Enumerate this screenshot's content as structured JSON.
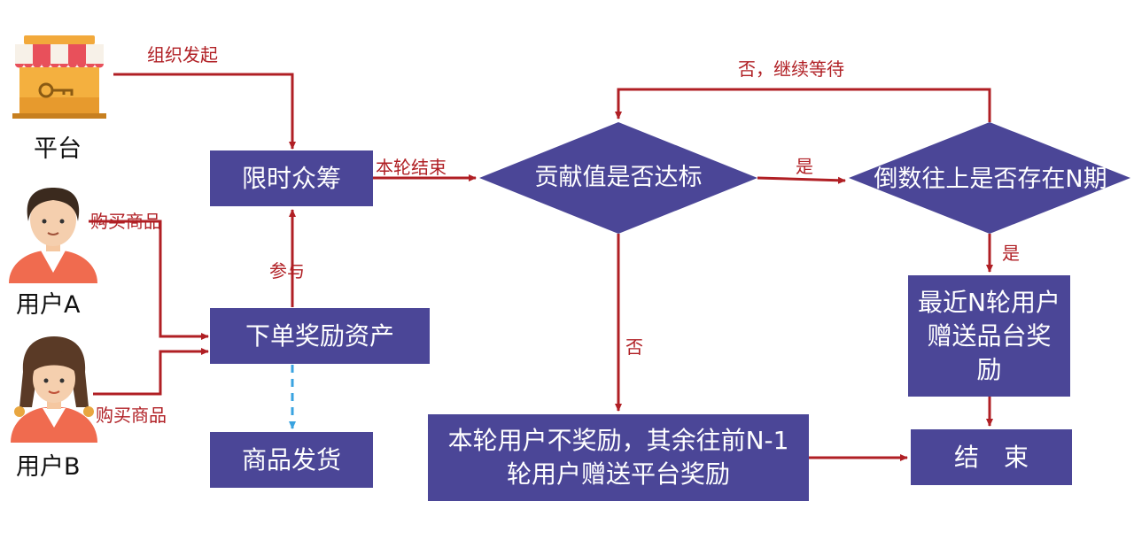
{
  "actors": {
    "platform": "平台",
    "user_a": "用户A",
    "user_b": "用户B"
  },
  "nodes": {
    "crowdfunding": "限时众筹",
    "order_reward": "下单奖励资产",
    "shipping": "商品发货",
    "contribution_check": "贡献值是否达标",
    "n_periods_check": "倒数往上是否存在N期",
    "reward_recent": "最近N轮用户赠送品台奖励",
    "no_reward": "本轮用户不奖励，其余往前N-1轮用户赠送平台奖励",
    "end": "结　束"
  },
  "edges": {
    "organize": "组织发起",
    "buy_a": "购买商品",
    "buy_b": "购买商品",
    "participate": "参与",
    "round_end": "本轮结束",
    "yes_1": "是",
    "yes_2": "是",
    "no_continue": "否，继续等待",
    "no_down": "否"
  },
  "colors": {
    "node_fill": "#4b4697",
    "arrow": "#b01f24",
    "dashed_arrow": "#3aa3e0",
    "label_text": "#b01f24"
  }
}
